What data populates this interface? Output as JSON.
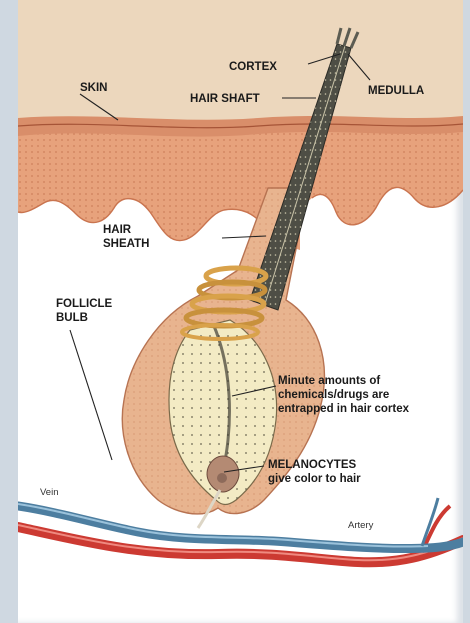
{
  "labels": {
    "cortex": "CORTEX",
    "medulla": "MEDULLA",
    "skin": "SKIN",
    "hair_shaft": "HAIR SHAFT",
    "hair_sheath_line1": "HAIR",
    "hair_sheath_line2": "SHEATH",
    "follicle_bulb_line1": "FOLLICLE",
    "follicle_bulb_line2": "BULB",
    "minute_line1": "Minute amounts of",
    "minute_line2": "chemicals/drugs are",
    "minute_line3": "entrapped in hair cortex",
    "melanocytes_line1": "MELANOCYTES",
    "melanocytes_line2": "give color to hair",
    "vein": "Vein",
    "artery": "Artery"
  },
  "colors": {
    "frame": "#cfd8e1",
    "skin_surface": "#ecd7bd",
    "skin_tissue": "#e7a27c",
    "sheath": "#e8b48f",
    "hair_shaft": "#4e4e45",
    "bulb_inner": "#f3ebc4",
    "bands": "#d9a24a",
    "vein": "#4d7ea0",
    "artery": "#cc3a32"
  }
}
